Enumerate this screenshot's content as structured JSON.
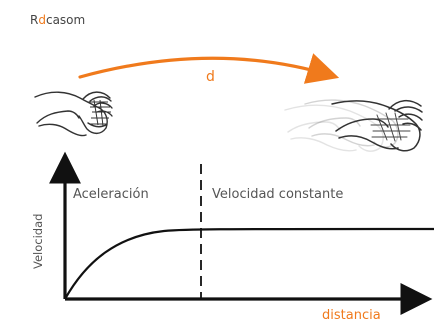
{
  "logo": {
    "first": "R",
    "accent": "d",
    "rest": "casom"
  },
  "diagram": {
    "displacement_label": "d",
    "phase_labels": [
      "Aceleración",
      "Velocidad constante"
    ],
    "y_axis_label": "Velocidad",
    "x_axis_label": "distancia"
  },
  "colors": {
    "accent": "#f07a1c",
    "ink": "#111111",
    "text": "#555555"
  },
  "icons": {
    "start_hand": "open-hand-icon",
    "end_hand": "motion-blur-hand-icon"
  }
}
